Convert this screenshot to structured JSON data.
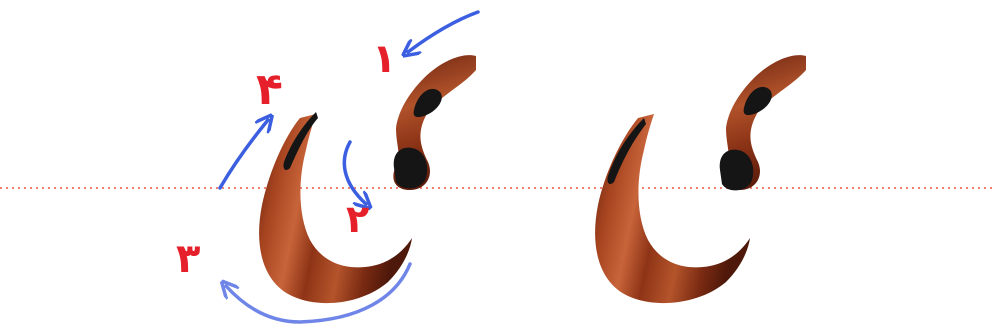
{
  "stroke_numbers": {
    "one": "١",
    "two": "٢",
    "three": "٣",
    "four": "۴"
  },
  "colors": {
    "background": "#ffffff",
    "baseline": "#f08070",
    "number_red": "#e6202a",
    "arrow_blue": "#3b5fe0",
    "arrow_blue_light": "#6f86e8",
    "ink_dark": "#151515",
    "wood_mid": "#9a3a1c",
    "wood_dark": "#5a1c0c",
    "wood_light": "#c8643a"
  },
  "icons": {
    "arrow_1": "curved-arrow-icon",
    "arrow_2": "curved-arrow-icon",
    "arrow_3": "curved-arrow-icon",
    "arrow_4": "curved-arrow-icon"
  }
}
